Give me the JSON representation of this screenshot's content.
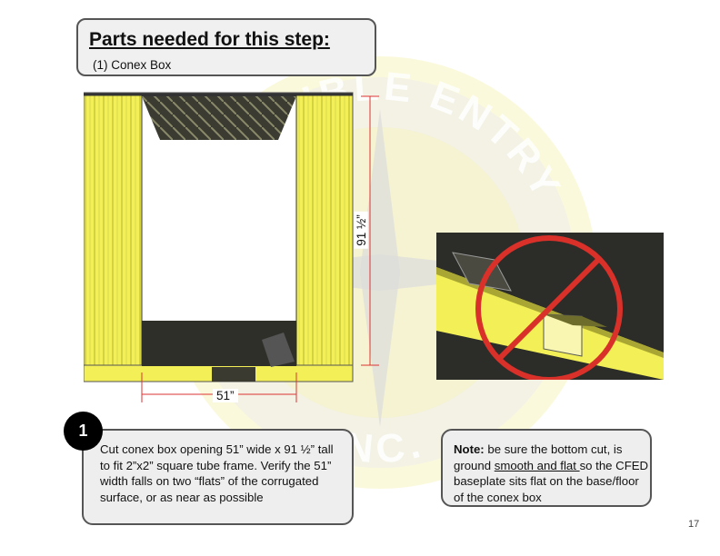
{
  "parts": {
    "title": "Parts needed for this step:",
    "item": "(1)  Conex Box"
  },
  "watermark": {
    "top_text": "FORCIBLE ENTRY",
    "bottom_text": "INC."
  },
  "diagram": {
    "height_label": "91 ½”",
    "width_label": "51”"
  },
  "step": {
    "number": "1",
    "text": "Cut conex box opening 51” wide x 91 ½” tall to fit 2”x2” square tube frame. Verify the 51” width falls on two “flats” of the corrugated surface, or as near as possible"
  },
  "note": {
    "label": "Note:",
    "text_before": " be sure the bottom cut, is ground ",
    "underlined": "smooth and flat ",
    "text_after": "so the CFED baseplate sits flat on the base/floor of the conex box"
  },
  "page_number": "17",
  "colors": {
    "conex_yellow": "#f2f056",
    "prohibit_red": "#d9312a",
    "watermark_yellow": "#f5f1a8"
  }
}
